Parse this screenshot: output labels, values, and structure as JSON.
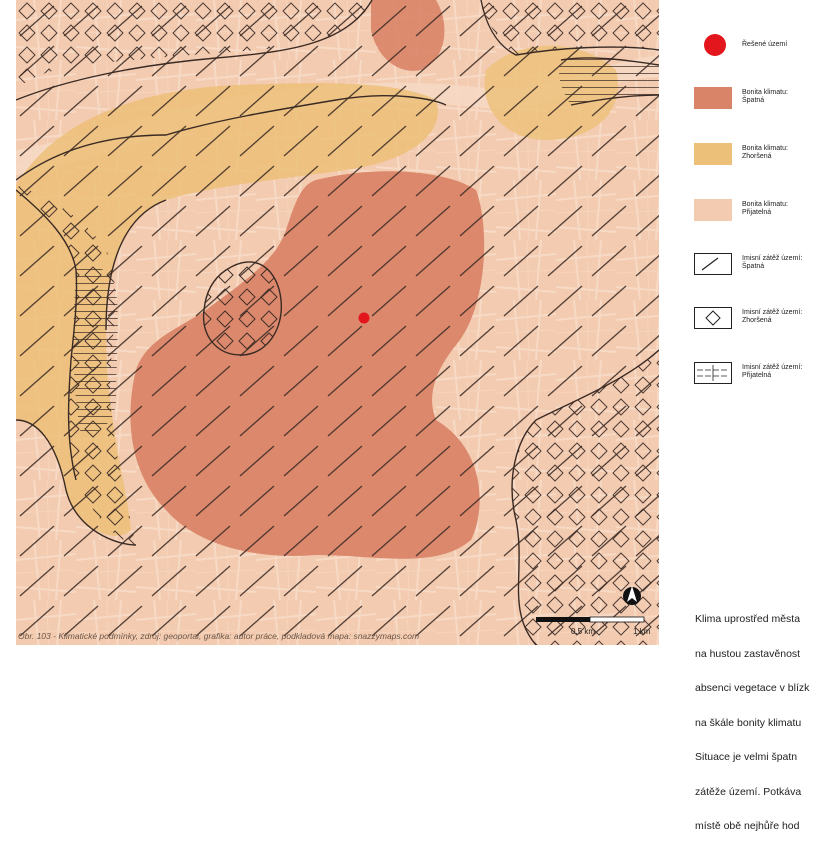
{
  "map": {
    "colors": {
      "base": "#f3cbb0",
      "bad": "#d98468",
      "worse": "#ecc078",
      "boundary": "#3a2a24",
      "site": "#e3161e"
    },
    "caption": "Obr. 103 - Klimatické podmínky, zdroj: geoportal, grafika: autor práce, podkladová mapa: snazzymaps.com",
    "scale_labels": [
      "0,5 km",
      "1 km"
    ],
    "north_arrow_icon": "north-arrow-icon"
  },
  "legend": [
    {
      "id": "site",
      "label_line1": "Řešené území",
      "label_line2": ""
    },
    {
      "id": "bad",
      "label_line1": "Bonita klimatu:",
      "label_line2": "Špatná"
    },
    {
      "id": "worse",
      "label_line1": "Bonita klimatu:",
      "label_line2": "Zhoršená"
    },
    {
      "id": "ok",
      "label_line1": "Bonita klimatu:",
      "label_line2": "Přijatelná"
    },
    {
      "id": "emis-bad",
      "label_line1": "Imisní zátěž území:",
      "label_line2": "Špatná"
    },
    {
      "id": "emis-worse",
      "label_line1": "Imisní zátěž území:",
      "label_line2": "Zhoršená"
    },
    {
      "id": "emis-ok",
      "label_line1": "Imisní zátěž území:",
      "label_line2": "Přijatelná"
    }
  ],
  "description": {
    "lines": [
      "Klima uprostřed města",
      "na hustou zastavěnost",
      "absenci vegetace v blízk",
      "na škále bonity klimatu",
      "Situace je velmi špatn",
      "zátěže území. Potkáva",
      "místě obě nejhůře hod"
    ]
  }
}
